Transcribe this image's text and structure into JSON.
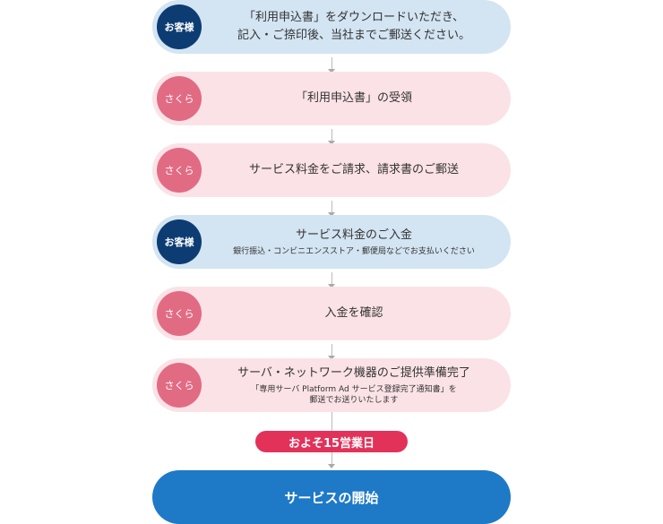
{
  "labels": {
    "customer": "お客様",
    "sakura": "さくら"
  },
  "steps": [
    {
      "main1": "「利用申込書」をダウンロードいただき、",
      "main2": "記入・ご捺印後、当社までご郵送ください。"
    },
    {
      "main1": "「利用申込書」の受領"
    },
    {
      "main1": "サービス料金をご請求、請求書のご郵送"
    },
    {
      "main1": "サービス料金のご入金",
      "sub1": "銀行振込・コンビニエンスストア・郵便局などでお支払いください"
    },
    {
      "main1": "入金を確認"
    },
    {
      "main1": "サーバ・ネットワーク機器のご提供準備完了",
      "sub1": "「専用サーバ Platform Ad サービス登録完了通知書」を",
      "sub2": "郵送でお送りいたします"
    }
  ],
  "duration": "およそ15営業日",
  "final": "サービスの開始",
  "colors": {
    "customer_badge": "#0d3c73",
    "customer_bg": "#d3e4f2",
    "sakura_badge": "#e26b84",
    "sakura_bg": "#fbe2e6",
    "duration_bg": "#e2325a",
    "final_bg": "#1e79c7"
  }
}
